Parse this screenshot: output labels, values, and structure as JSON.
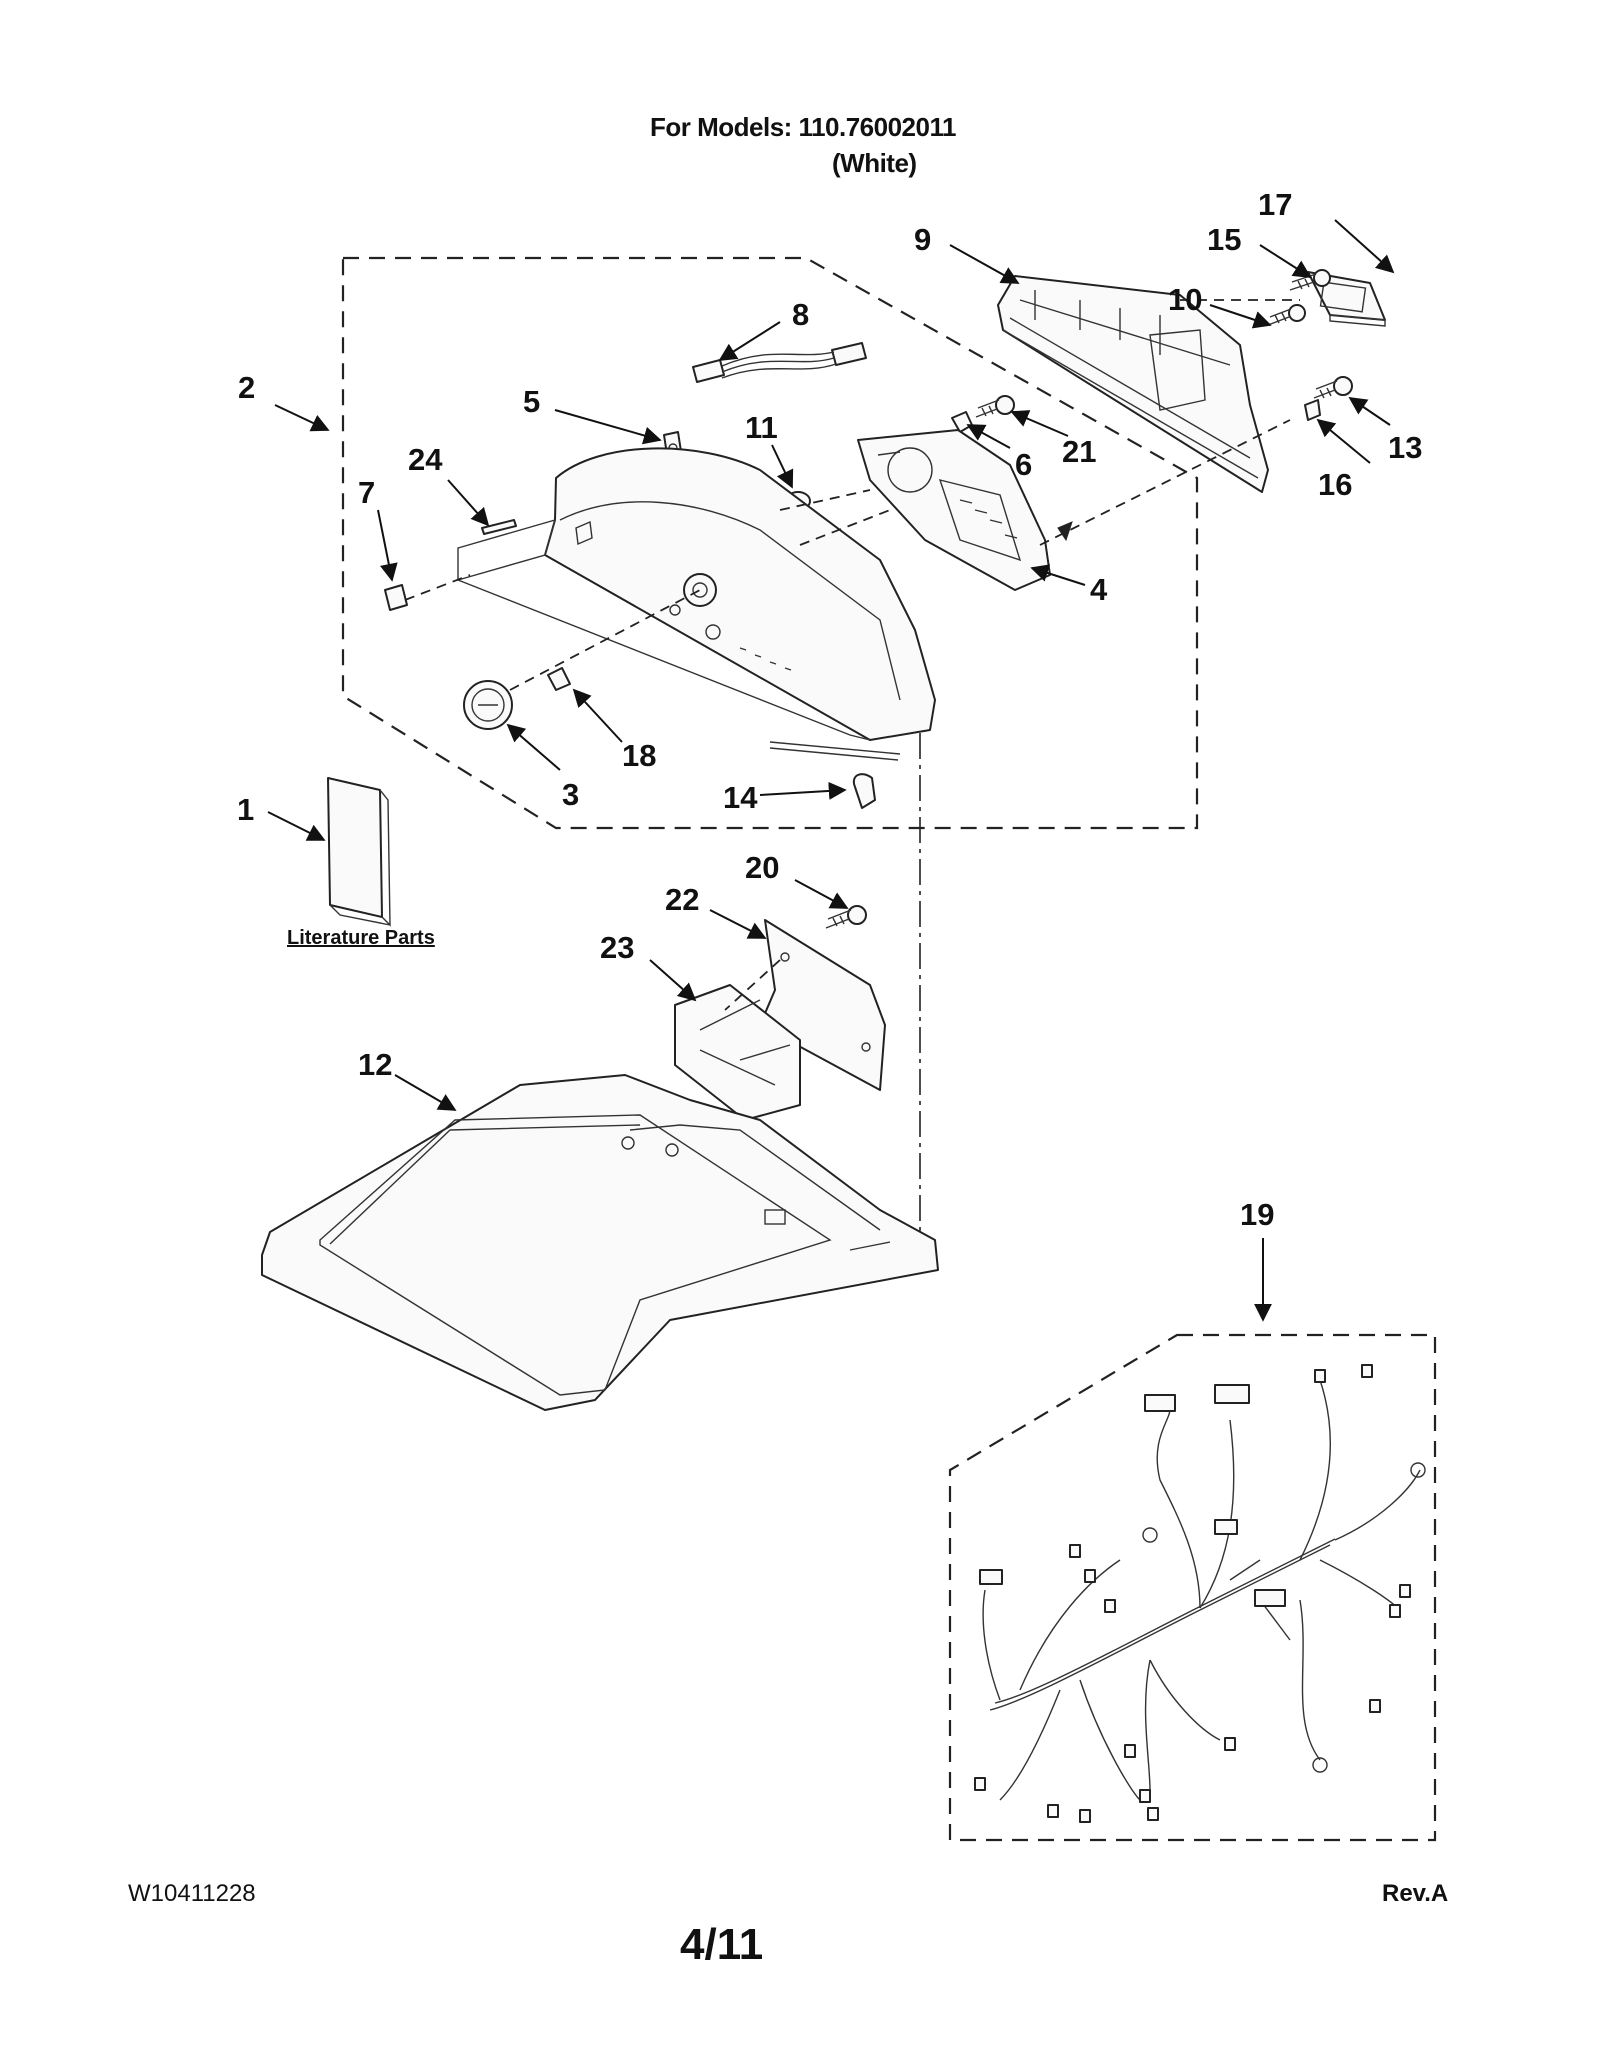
{
  "header": {
    "title_line1": "For Models: 110.76002011",
    "title_line2": "(White)"
  },
  "callouts": [
    "17",
    "9",
    "15",
    "10",
    "8",
    "2",
    "5",
    "11",
    "21",
    "13",
    "24",
    "6",
    "16",
    "7",
    "4",
    "18",
    "3",
    "14",
    "1",
    "20",
    "22",
    "23",
    "12",
    "19"
  ],
  "labels": {
    "literature_parts": "Literature Parts"
  },
  "footer": {
    "doc_number": "W10411228",
    "page_number": "4/11",
    "revision": "Rev.A"
  }
}
